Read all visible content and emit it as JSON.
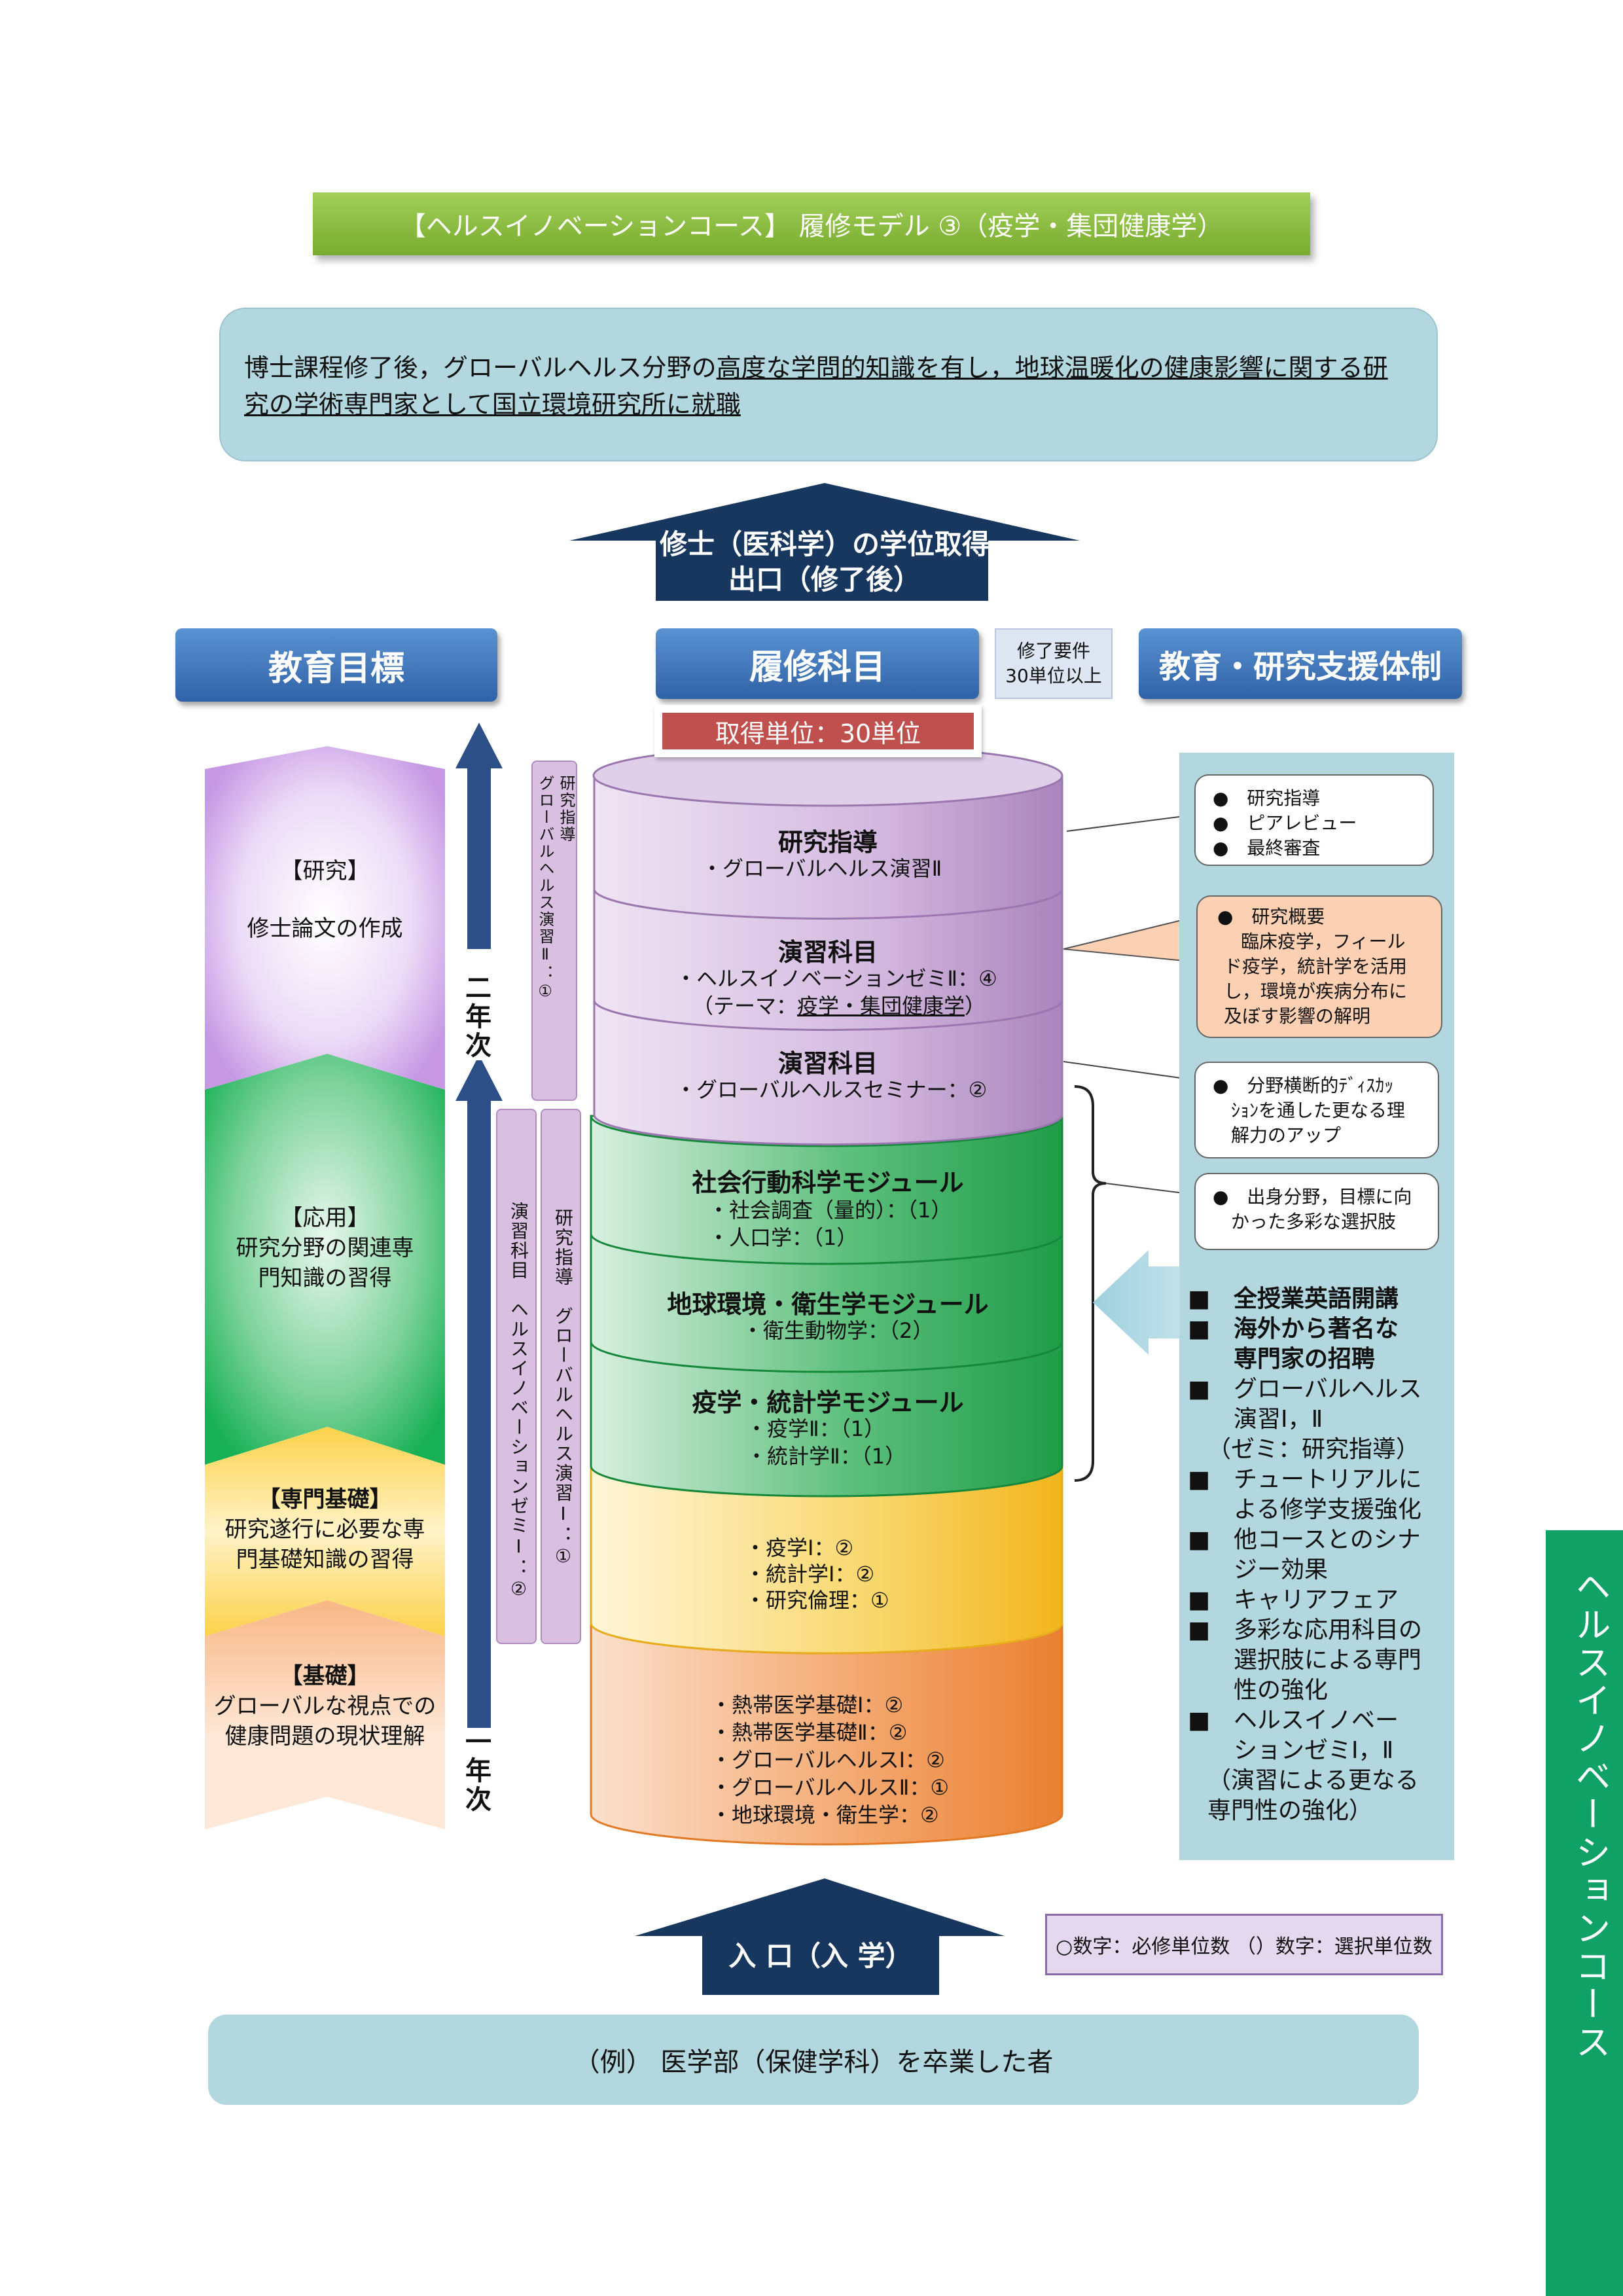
{
  "title": "【ヘルスイノベーションコース】 履修モデル ③（疫学・集団健康学）",
  "goal": {
    "plain": "博士課程修了後，グローバルヘルス分野の",
    "underlined_1": "高度な学問的知識を有し，地球温暖化の健康影響に関する研",
    "underlined_2": "究の学術専門家として国立環境研究所に就職"
  },
  "exit_arrow": {
    "line1": "修士（医科学）の学位取得",
    "line2": "出口（修了後）"
  },
  "headers": {
    "education_goal": "教育目標",
    "courses": "履修科目",
    "support": "教育・研究支援体制"
  },
  "requirement": {
    "line1": "修了要件",
    "line2": "30単位以上"
  },
  "credits_label": "取得単位：30単位",
  "left_stages": [
    {
      "title": "【研究】",
      "desc": "修士論文の作成"
    },
    {
      "title": "【応用】",
      "desc1": "研究分野の関連専",
      "desc2": "門知識の習得"
    },
    {
      "title": "【専門基礎】",
      "desc1": "研究遂行に必要な専",
      "desc2": "門基礎知識の習得"
    },
    {
      "title": "【基礎】",
      "desc1": "グローバルな視点での",
      "desc2": "健康問題の現状理解"
    }
  ],
  "year_labels": {
    "second": "二年次",
    "first": "一年次"
  },
  "vertical_bars": {
    "top": {
      "line1": "研究指導",
      "line2": "グローバルヘルス演習Ⅱ：①"
    },
    "left": "演習科目　ヘルスイノベーションゼミⅠ：②",
    "right": "研究指導　グローバルヘルス演習Ⅰ：①"
  },
  "cylinder": [
    {
      "title": "研究指導",
      "items": [
        "・グローバルヘルス演習Ⅱ"
      ]
    },
    {
      "title": "演習科目",
      "items": [
        "・ヘルスイノベーションゼミⅡ：④",
        "（テーマ：",
        "疫学・集団健康学",
        "）"
      ]
    },
    {
      "title": "演習科目",
      "items": [
        "・グローバルヘルスセミナー：②"
      ]
    },
    {
      "title": "社会行動科学モジュール",
      "items": [
        "・社会調査（量的）：（1）",
        "・人口学：（1）"
      ]
    },
    {
      "title": "地球環境・衛生学モジュール",
      "items": [
        "・衛生動物学：（2）"
      ]
    },
    {
      "title": "疫学・統計学モジュール",
      "items": [
        "・疫学Ⅱ：（1）",
        "・統計学Ⅱ：（1）"
      ]
    },
    {
      "title": "",
      "items": [
        "・疫学Ⅰ：②",
        "・統計学Ⅰ：②",
        "・研究倫理：①"
      ]
    },
    {
      "title": "",
      "items": [
        "・熱帯医学基礎Ⅰ：②",
        "・熱帯医学基礎Ⅱ：②",
        "・グローバルヘルスⅠ：②",
        "・グローバルヘルスⅡ：①",
        "・地球環境・衛生学：②"
      ]
    }
  ],
  "callouts": {
    "c1": [
      "●　研究指導",
      "●　ピアレビュー",
      "●　最終審査"
    ],
    "c2": [
      "●　研究概要",
      "臨床疫学，フィール",
      "ド疫学，統計学を活用",
      "し，環境が疾病分布に",
      "及ぼす影響の解明"
    ],
    "c3": [
      "●　分野横断的ﾃﾞｨｽｶｯ",
      "ｼｮﾝを通した更なる理",
      "解力のアップ"
    ],
    "c4": [
      "●　出身分野，目標に向",
      "かった多彩な選択肢"
    ]
  },
  "support_list": [
    {
      "bullet": "■",
      "lines": [
        "全授業英語開講"
      ],
      "bold": true
    },
    {
      "bullet": "■",
      "lines": [
        "海外から著名な",
        "専門家の招聘"
      ],
      "bold": true
    },
    {
      "bullet": "■",
      "lines": [
        "グローバルヘルス",
        "演習Ⅰ，Ⅱ"
      ],
      "bold": false
    },
    {
      "bullet": "",
      "lines": [
        "（ゼミ：研究指導）"
      ],
      "bold": false
    },
    {
      "bullet": "■",
      "lines": [
        "チュートリアルに",
        "よる修学支援強化"
      ],
      "bold": false
    },
    {
      "bullet": "■",
      "lines": [
        "他コースとのシナ",
        "ジー効果"
      ],
      "bold": false
    },
    {
      "bullet": "■",
      "lines": [
        "キャリアフェア"
      ],
      "bold": false
    },
    {
      "bullet": "■",
      "lines": [
        "多彩な応用科目の",
        "選択肢による専門",
        "性の強化"
      ],
      "bold": false
    },
    {
      "bullet": "■",
      "lines": [
        "ヘルスイノベー",
        "ションゼミⅠ，Ⅱ"
      ],
      "bold": false
    },
    {
      "bullet": "",
      "lines": [
        "（演習による更なる",
        "専門性の強化）"
      ],
      "bold": false
    }
  ],
  "legend": "○数字：必修単位数 （）数字：選択単位数",
  "entrance_arrow": "入 口（入 学）",
  "entrance_note": "（例） 医学部（保健学科）を卒業した者",
  "side_tab": "ヘルスイノベーションコース",
  "colors": {
    "title_green": "#8bc34a",
    "header_blue": "#2f62a6",
    "dark_navy": "#17375e",
    "panel_blue": "#b2d7df",
    "purple": "#b892c7",
    "green": "#21a14e",
    "yellow": "#f5c133",
    "orange": "#ef8a3a",
    "red_label": "#c0504d",
    "side_tab_green": "#0fa166"
  }
}
